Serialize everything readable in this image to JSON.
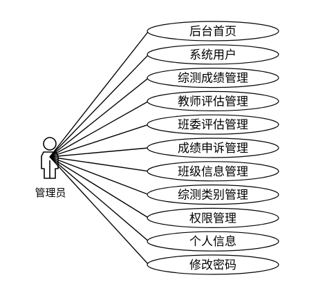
{
  "actor": {
    "label": "管理员",
    "icon": "person-icon"
  },
  "use_cases": [
    {
      "id": "uc-home",
      "label": "后台首页"
    },
    {
      "id": "uc-system-user",
      "label": "系统用户"
    },
    {
      "id": "uc-comprehensive-score",
      "label": "综测成绩管理"
    },
    {
      "id": "uc-teacher-eval",
      "label": "教师评估管理"
    },
    {
      "id": "uc-committee-eval",
      "label": "班委评估管理"
    },
    {
      "id": "uc-score-appeal",
      "label": "成绩申诉管理"
    },
    {
      "id": "uc-class-info",
      "label": "班级信息管理"
    },
    {
      "id": "uc-test-category",
      "label": "综测类别管理"
    },
    {
      "id": "uc-permission",
      "label": "权限管理"
    },
    {
      "id": "uc-personal-info",
      "label": "个人信息"
    },
    {
      "id": "uc-change-password",
      "label": "修改密码"
    }
  ],
  "colors": {
    "stroke": "#000000",
    "fill": "#ffffff"
  }
}
